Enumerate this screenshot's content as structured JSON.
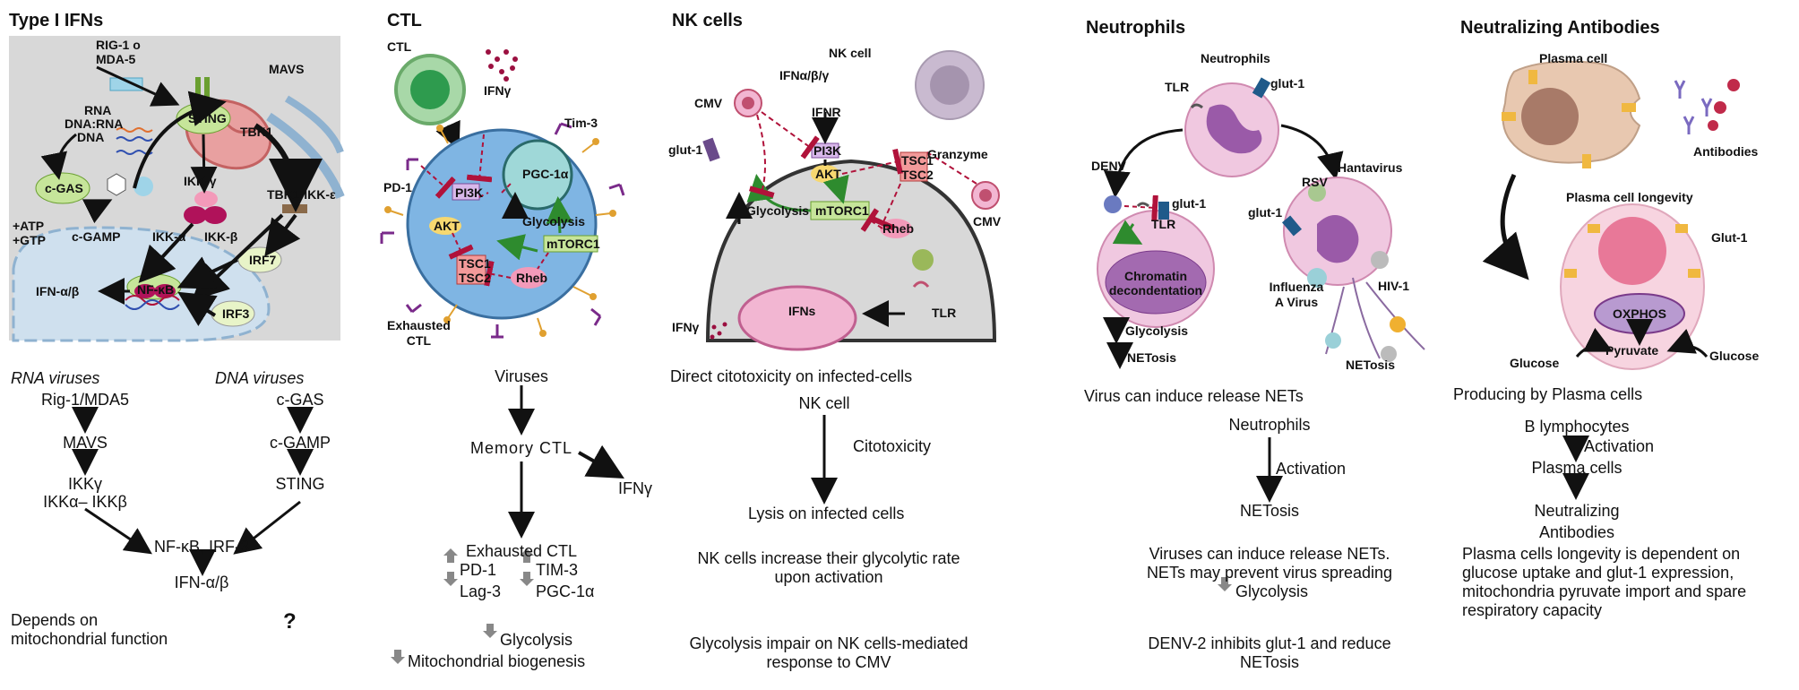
{
  "panels": {
    "ifn": {
      "title": "Type I IFNs",
      "fig": {
        "rig": "RIG-1 o\nMDA-5",
        "rna": "RNA",
        "dnarna": "DNA:RNA",
        "dna": "DNA",
        "mavs": "MAVS",
        "sting": "STING",
        "tbk1": "TBK1",
        "cgas": "c-GAS",
        "atp": "+ATP",
        "gtp": "+GTP",
        "cgamp": "c-GAMP",
        "ikkg": "IKK-γ",
        "ikka": "IKK-α",
        "ikkb": "IKK-β",
        "tbkikk": "TBK1-IKK-ε",
        "irf7": "IRF7",
        "irf3": "IRF3",
        "nfkb": "NF-κB",
        "ifnab": "IFN-α/β"
      },
      "rna_viruses": "RNA viruses",
      "dna_viruses": "DNA viruses",
      "rig_mda5": "Rig-1/MDA5",
      "mavs": "MAVS",
      "ikky": "IKKγ",
      "ikkab": "IKKα– IKKβ",
      "cgas": "c-GAS",
      "cgamp": "c-GAMP",
      "sting": "STING",
      "nfkb_irf3": "NF-κB, IRF-3",
      "ifn": "IFN-α/β",
      "note1": "Depends on",
      "note2": "mitochondrial function",
      "question": "?"
    },
    "ctl": {
      "title": "CTL",
      "fig": {
        "ctl": "CTL",
        "ifng": "IFNγ",
        "tim3": "Tim-3",
        "pd1": "PD-1",
        "pi3k": "PI3K",
        "akt": "AKT",
        "pgc": "PGC-1α",
        "glycolysis": "Glycolysis",
        "mtorc1": "mTORC1",
        "tsc1": "TSC1",
        "tsc2": "TSC2",
        "rheb": "Rheb",
        "exhausted": "Exhausted\nCTL"
      },
      "viruses": "Viruses",
      "memory": "Memory CTL",
      "ifng": "IFNγ",
      "exhausted": "Exhausted CTL",
      "pd1": "PD-1",
      "tim3": "TIM-3",
      "lag3": "Lag-3",
      "pgc": "PGC-1α",
      "glyco": "Glycolysis",
      "mito": "Mitochondrial    biogenesis"
    },
    "nk": {
      "title": "NK cells",
      "fig": {
        "nkcell": "NK cell",
        "ifnabg": "IFNα/β/γ",
        "cmv": "CMV",
        "ifnr": "IFNR",
        "granzyme": "Granzyme",
        "glut1": "glut-1",
        "pi3k": "PI3K",
        "akt": "AKT",
        "tsc1": "TSC1",
        "tsc2": "TSC2",
        "mtorc1": "mTORC1",
        "glycolysis": "Glycolysis",
        "rheb": "Rheb",
        "ifns": "IFNs",
        "tlr": "TLR",
        "ifng": "IFNγ",
        "cmv2": "CMV"
      },
      "direct": "Direct citotoxicity on infected-cells",
      "nkcell": "NK cell",
      "cito": "Citotoxicity",
      "lysis": "Lysis on infected cells",
      "rate1": "NK cells increase their glycolytic rate",
      "rate2": "upon activation",
      "impair1": "Glycolysis impair on NK cells-mediated",
      "impair2": "response to CMV"
    },
    "neu": {
      "title": "Neutrophils",
      "fig": {
        "neutrophils": "Neutrophils",
        "tlr": "TLR",
        "glut1": "glut-1",
        "denv": "DENV",
        "glut1b": "glut-1",
        "tlrb": "TLR",
        "chromatin": "Chromatin\ndecondentation",
        "hanta": "Hantavirus",
        "rsv": "RSV",
        "glut1c": "glut-1",
        "hiv": "HIV-1",
        "influenza": "Influenza\nA Virus",
        "glyco": "Glycolysis",
        "netosis": "NETosis",
        "netosis2": "NETosis"
      },
      "release": "Virus can induce release NETs",
      "neutrophils": "Neutrophils",
      "activation": "Activation",
      "netosis": "NETosis",
      "v1": "Viruses can induce release NETs.",
      "v2": "NETs may prevent virus spreading",
      "glyco": "Glycolysis",
      "denv1": "DENV-2 inhibits glut-1 and reduce",
      "denv2": "NETosis"
    },
    "ab": {
      "title": "Neutralizing Antibodies",
      "fig": {
        "plasma": "Plasma cell",
        "antibodies": "Antibodies",
        "longevity": "Plasma cell longevity",
        "glut1": "Glut-1",
        "oxphos": "OXPHOS",
        "pyruvate": "Pyruvate",
        "glucose1": "Glucose",
        "glucose2": "Glucose"
      },
      "producing": "Producing by Plasma cells",
      "blymph": "B lymphocytes",
      "activation": "Activation",
      "plasma": "Plasma cells",
      "neut1": "Neutralizing",
      "neut2": "Antibodies",
      "p1": "Plasma cells longevity is dependent on",
      "p2": "glucose uptake and glut-1 expression,",
      "p3": "mitochondria pyruvate import and spare",
      "p4": "respiratory capacity"
    }
  },
  "colors": {
    "cell_pink": "#e9b2cf",
    "cell_blue": "#7fb5e3",
    "box_green": "#c6e59a",
    "box_red": "#f39a9a",
    "box_purple": "#d8b8ea",
    "box_yellow": "#f7d870",
    "inhib": "#b0123a",
    "activ": "#2e8b2e",
    "gray_bg": "#d8d8d8"
  }
}
